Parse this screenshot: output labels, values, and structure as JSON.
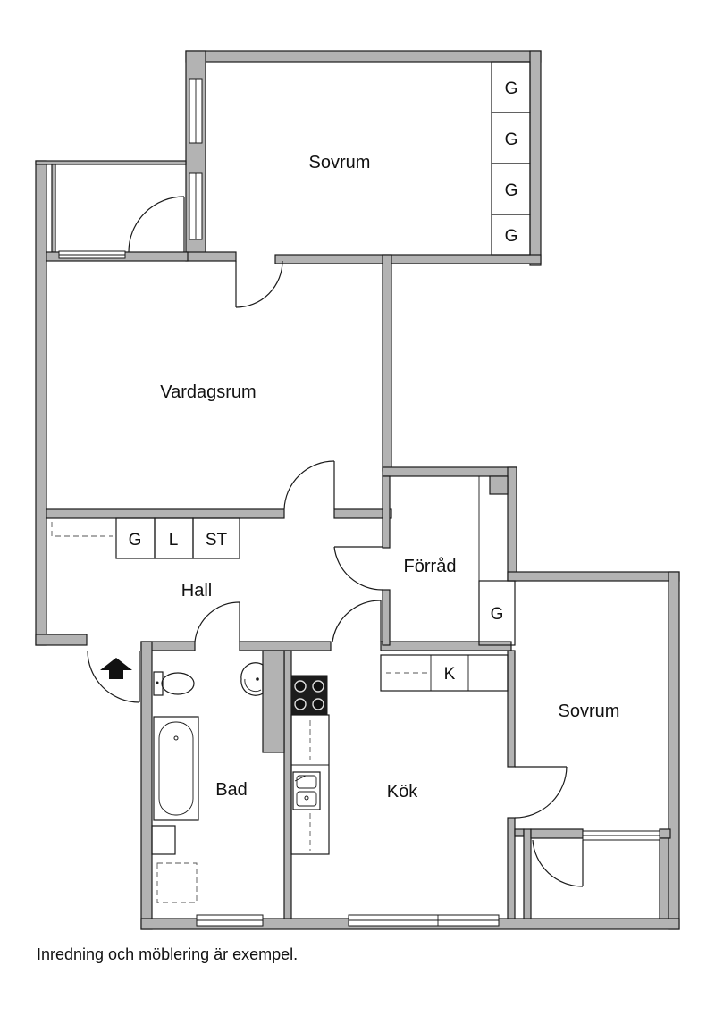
{
  "rooms": {
    "sovrum_top": "Sovrum",
    "vardagsrum": "Vardagsrum",
    "hall": "Hall",
    "forrad": "Förråd",
    "sovrum_right": "Sovrum",
    "bad": "Bad",
    "kok": "Kök"
  },
  "units": {
    "g": "G",
    "l": "L",
    "st": "ST",
    "k": "K"
  },
  "footnote": "Inredning och möblering är exempel.",
  "colors": {
    "wall": "#b3b3b3",
    "line": "#1a1a1a"
  }
}
